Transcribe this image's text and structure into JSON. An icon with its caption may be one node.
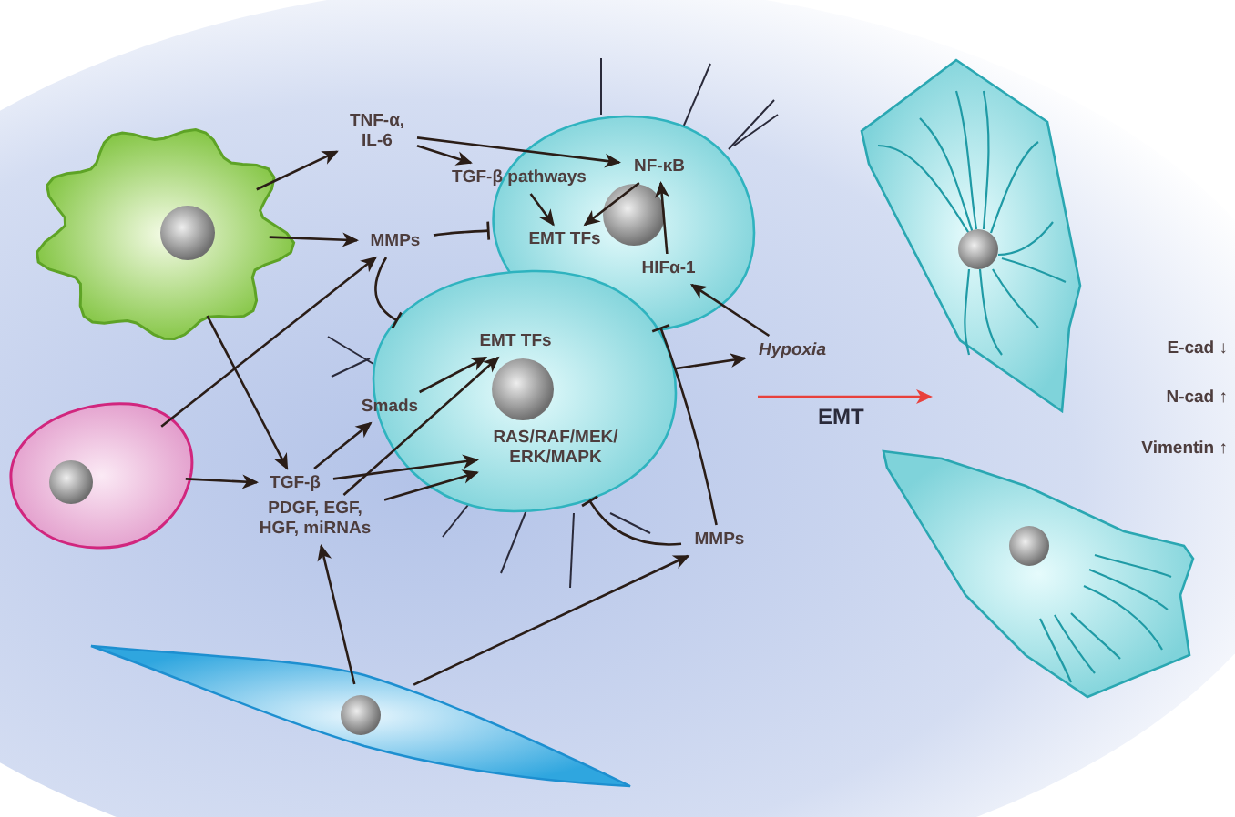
{
  "diagram": {
    "nodes": [
      {
        "text": [],
        "shape": "picture"
      },
      {
        "text": [
          "TNF-α, IL-6"
        ]
      },
      {
        "text": [
          "TGF-β pathways"
        ]
      },
      {
        "text": [],
        "shape": "picture"
      },
      {
        "text": [
          "NF-κB"
        ],
        "in": 3
      },
      {
        "text": [
          "EMT TFs"
        ],
        "in": 3
      },
      {
        "text": [
          "HIFα-1"
        ],
        "in": 3
      },
      {
        "text": [
          "MMPs"
        ]
      },
      {
        "text": [],
        "shape": "picture"
      },
      {
        "text": [
          "EMT TFs"
        ],
        "in": 8
      },
      {
        "text": [
          "RAS/RAF/MEK/ ERK/MAPK"
        ],
        "in": 8
      },
      {
        "text": [
          "Hypoxia"
        ]
      },
      {
        "text": [
          "Smads"
        ]
      },
      {
        "text": [],
        "shape": "picture"
      },
      {
        "text": [
          "TGF-β"
        ]
      },
      {
        "text": [
          "PDGF, EGF, HGF, miRNAs"
        ]
      },
      {
        "text": [
          "MMPs"
        ]
      },
      {
        "text": [],
        "shape": "picture"
      },
      {
        "text": [],
        "shape": "picture"
      },
      {
        "text": [],
        "shape": "picture"
      }
    ],
    "edges": [
      {
        "from": 0,
        "to": 1,
        "arrow": "to"
      },
      {
        "from": 0,
        "to": 7,
        "arrow": "to"
      },
      {
        "from": 1,
        "to": 4,
        "arrow": "to"
      },
      {
        "from": 1,
        "to": 2,
        "arrow": "to"
      },
      {
        "from": 2,
        "to": 5,
        "arrow": "to"
      },
      {
        "from": 4,
        "to": 5,
        "arrow": "to"
      },
      {
        "from": 6,
        "to": 4,
        "arrow": "to"
      },
      {
        "from": 11,
        "to": 6,
        "arrow": "to"
      },
      {
        "from": 8,
        "to": 11,
        "arrow": "to"
      },
      {
        "from": 7,
        "to": 3,
        "arrow": "other"
      },
      {
        "from": 7,
        "to": 8,
        "arrow": "other"
      },
      {
        "from": 13,
        "to": 7,
        "arrow": "to"
      },
      {
        "from": 0,
        "to": 14,
        "arrow": "to"
      },
      {
        "from": 13,
        "to": 14,
        "arrow": "to"
      },
      {
        "from": 17,
        "to": 15,
        "arrow": "to"
      },
      {
        "from": 17,
        "to": 16,
        "arrow": "to"
      },
      {
        "from": 14,
        "to": 12,
        "arrow": "to"
      },
      {
        "from": 12,
        "to": 9,
        "arrow": "to"
      },
      {
        "from": 14,
        "to": 10,
        "arrow": "to"
      },
      {
        "from": 15,
        "to": 9,
        "arrow": "to"
      },
      {
        "from": 15,
        "to": 10,
        "arrow": "to"
      },
      {
        "from": 16,
        "to": 8,
        "arrow": "other"
      },
      {
        "from": 16,
        "to": 3,
        "arrow": "other"
      }
    ],
    "labels": [
      "EMT",
      "E-cad ↓",
      "N-cad ↑",
      "Vimentin ↑"
    ]
  }
}
